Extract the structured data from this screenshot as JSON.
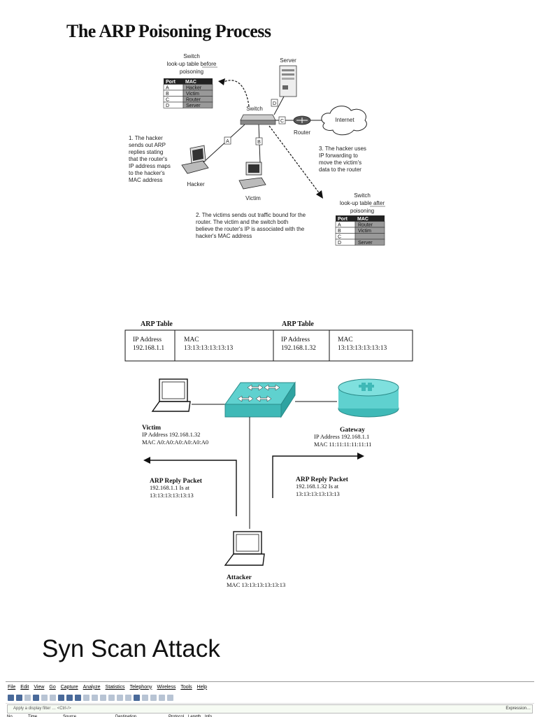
{
  "title": "The ARP Poisoning Process",
  "fig1": {
    "before_caption": [
      "Switch",
      "look-up table before",
      "poisoning"
    ],
    "before_underline": "before",
    "table_headers": [
      "Port",
      "MAC"
    ],
    "before_rows": [
      [
        "A",
        "Hacker"
      ],
      [
        "B",
        "Victim"
      ],
      [
        "C",
        "Router"
      ],
      [
        "D",
        "Server"
      ]
    ],
    "after_caption": [
      "Switch",
      "look-up table after",
      "poisoning"
    ],
    "after_rows": [
      [
        "A",
        "Router"
      ],
      [
        "B",
        "Victim"
      ],
      [
        "C",
        ""
      ],
      [
        "D",
        "Server"
      ]
    ],
    "server": "Server",
    "switch": "Switch",
    "router": "Router",
    "internet": "Internet",
    "hacker": "Hacker",
    "victim": "Victim",
    "ports": [
      "A",
      "B",
      "C",
      "D"
    ],
    "note1": [
      "1. The hacker",
      "sends out ARP",
      "replies stating",
      "that the router's",
      "IP address maps",
      "to the hacker's",
      "MAC address"
    ],
    "note2": [
      "2. The victims sends out traffic bound for the",
      "router.  The victim and the switch both",
      "believe the router's IP is associated with the",
      "hacker's MAC address"
    ],
    "note3": [
      "3. The hacker uses",
      "IP forwarding to",
      "move the victim's",
      "data to the router"
    ]
  },
  "fig2": {
    "left_table": {
      "title": "ARP Table",
      "ip_label": "IP Address",
      "ip": "192.168.1.1",
      "mac_label": "MAC",
      "mac": "13:13:13:13:13:13"
    },
    "right_table": {
      "title": "ARP Table",
      "ip_label": "IP Address",
      "ip": "192.168.1.32",
      "mac_label": "MAC",
      "mac": "13:13:13:13:13:13"
    },
    "victim": {
      "name": "Victim",
      "ip": "IP Address 192.168.1.32",
      "mac": "MAC A0:A0:A0:A0:A0:A0"
    },
    "gateway": {
      "name": "Gateway",
      "ip": "IP Address 192.168.1.1",
      "mac": "MAC 11:11:11:11:11:11"
    },
    "left_packet": {
      "title": "ARP Reply Packet",
      "line1": "192.168.1.1 Is at",
      "line2": "13:13:13:13:13:13"
    },
    "right_packet": {
      "title": "ARP Reply Packet",
      "line1": "192.168.1.32 Is at",
      "line2": "13:13:13:13:13:13"
    },
    "attacker": {
      "name": "Attacker",
      "mac": "MAC 13:13:13:13:13:13"
    }
  },
  "syn_title": "Syn Scan Attack",
  "wireshark": {
    "menu": [
      "File",
      "Edit",
      "View",
      "Go",
      "Capture",
      "Analyze",
      "Statistics",
      "Telephony",
      "Wireless",
      "Tools",
      "Help"
    ],
    "filter_placeholder": "Apply a display filter … <Ctrl-/>",
    "expression": "Expression…",
    "columns": [
      "No.",
      "Time",
      "Source",
      "Destination",
      "Protocol",
      "Length",
      "Info"
    ]
  }
}
